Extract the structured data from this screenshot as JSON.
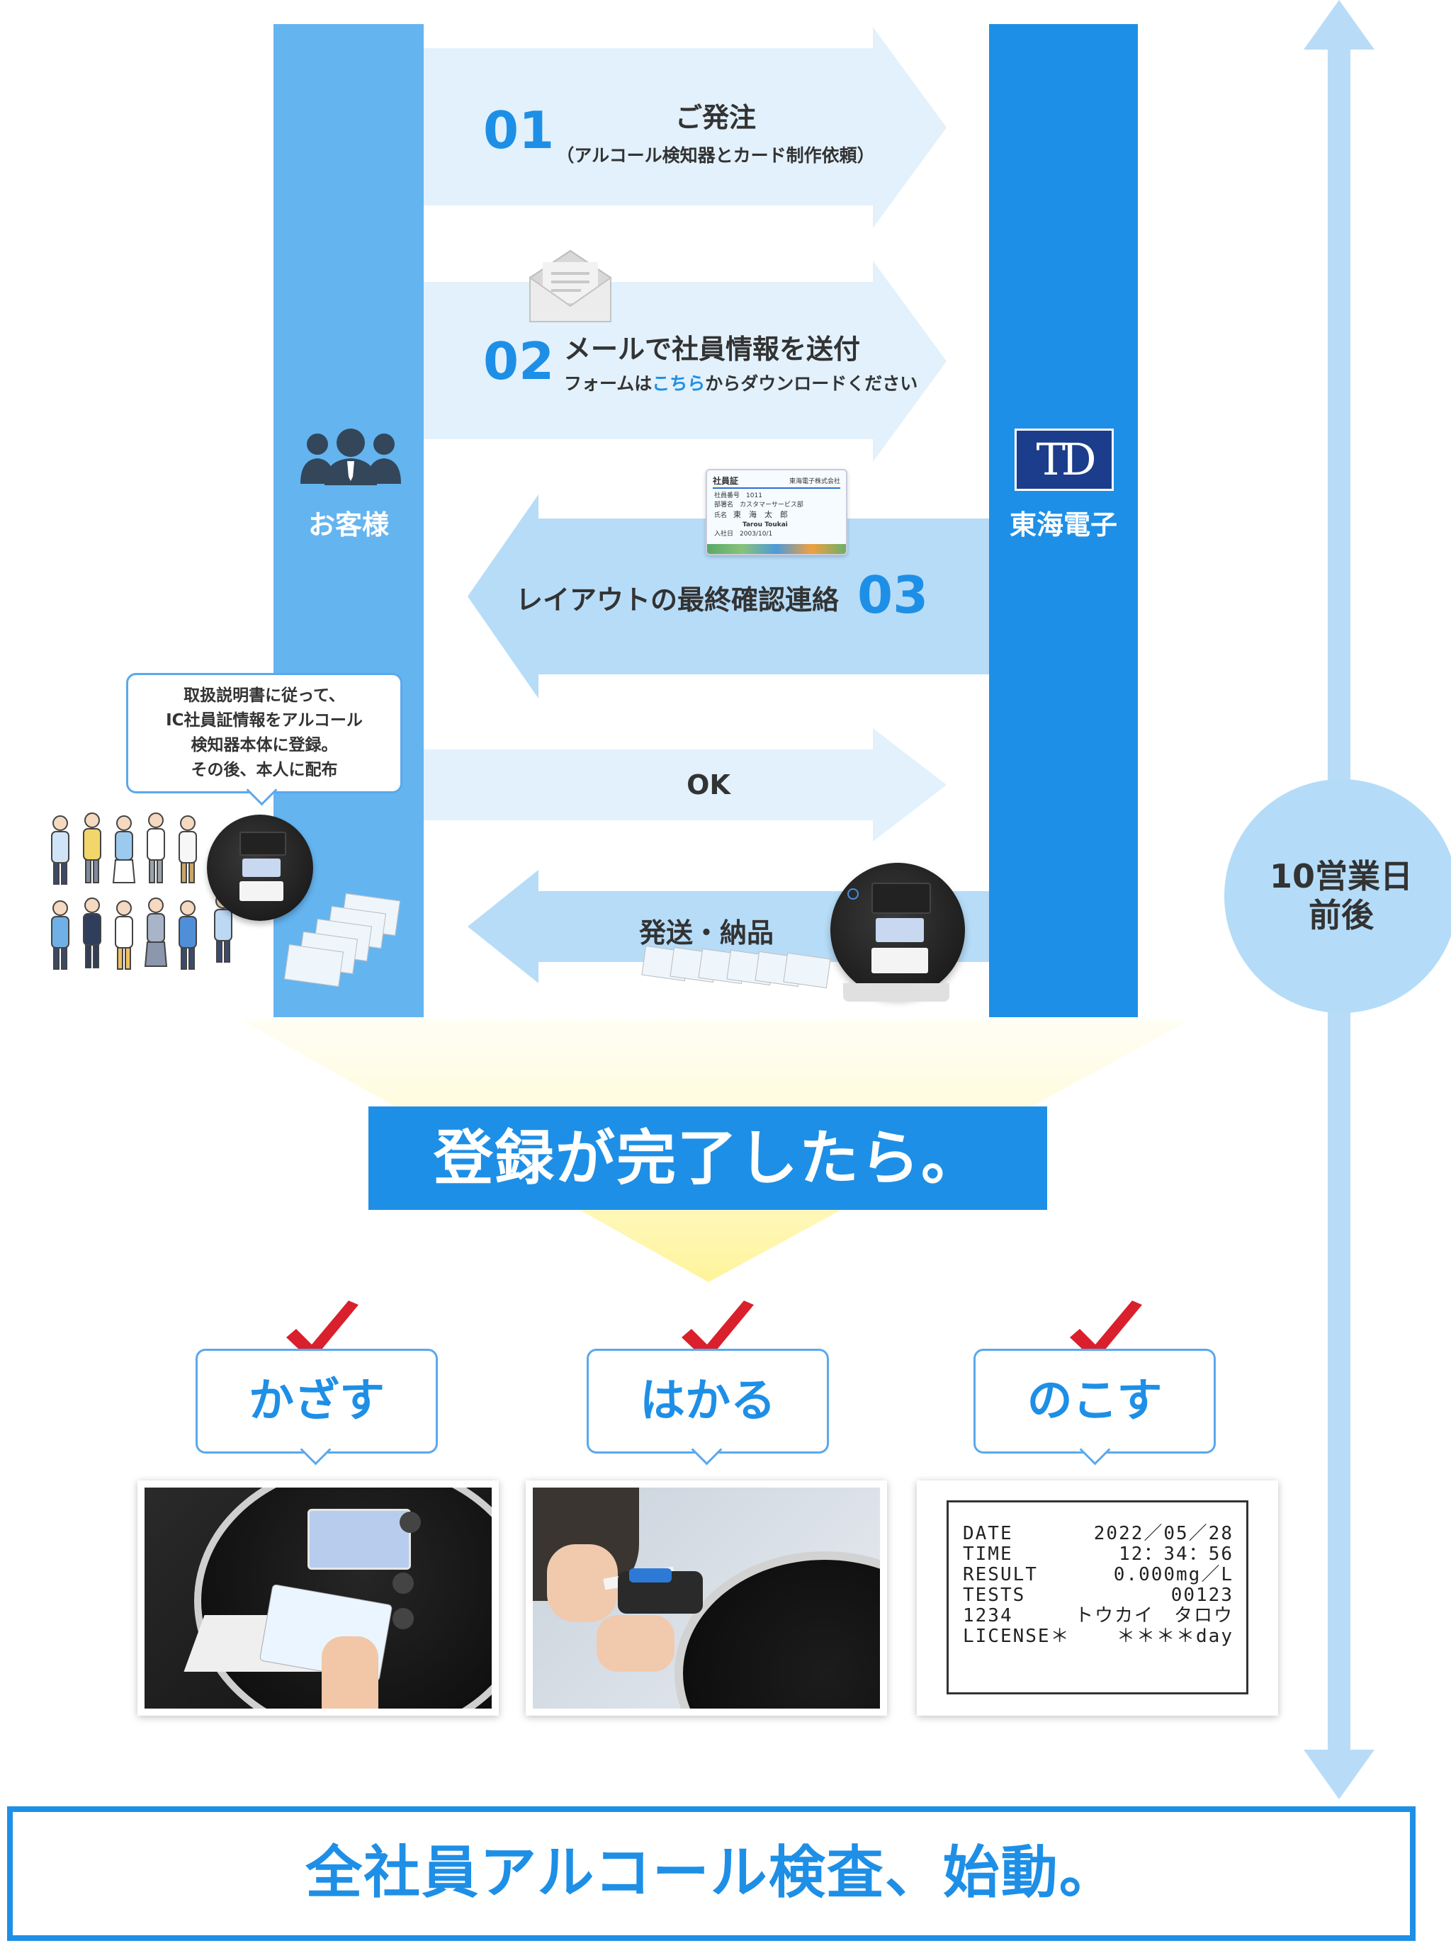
{
  "customer_label": "お客様",
  "company_label": "東海電子",
  "company_logo_text": "TD",
  "steps": [
    {
      "number": "01",
      "title": "ご発注",
      "subtitle": "（アルコール検知器とカード制作依頼）"
    },
    {
      "number": "02",
      "title": "メールで社員情報を送付",
      "subtitle_before": "フォームは",
      "subtitle_link": "こちら",
      "subtitle_after": "からダウンロードください"
    },
    {
      "number": "03",
      "title": "レイアウトの最終確認連絡"
    },
    {
      "title": "OK"
    },
    {
      "title": "発送・納品"
    }
  ],
  "id_card": {
    "title": "社員証",
    "company": "東海電子株式会社",
    "number_label": "社員番号",
    "number": "1011",
    "dept_label": "部署名",
    "dept": "カスタマーサービス部",
    "name_label": "氏名",
    "name": "東　海　太　郎",
    "romaji": "Tarou Toukai",
    "date_label": "入社日",
    "date": "2003/10/1"
  },
  "instruction_bubble": [
    "取扱説明書に従って、",
    "IC社員証情報をアルコール",
    "検知器本体に登録。",
    "その後、本人に配布"
  ],
  "duration": {
    "line1": "10営業日",
    "line2": "前後"
  },
  "registration_banner": "登録が完了したら。",
  "actions": [
    {
      "label": "かざす"
    },
    {
      "label": "はかる"
    },
    {
      "label": "のこす"
    }
  ],
  "receipt": {
    "lines": [
      [
        "DATE",
        "2022／05／28"
      ],
      [
        "TIME",
        "12：34：56"
      ],
      [
        "RESULT",
        "0.000mg／L"
      ],
      [
        "TESTS",
        "00123"
      ],
      [
        "1234",
        "トウカイ　タロウ"
      ],
      [
        "LICENSE＊",
        "＊＊＊＊day"
      ]
    ]
  },
  "final_banner": "全社員アルコール検査、始動。",
  "colors": {
    "accent": "#1e8fe6",
    "light_blue": "#64b4f0",
    "pale_blue": "#e2f1fc",
    "mid_blue": "#b6dcf8",
    "duration_circle": "#b4dcf8",
    "check_red": "#d9202c"
  }
}
